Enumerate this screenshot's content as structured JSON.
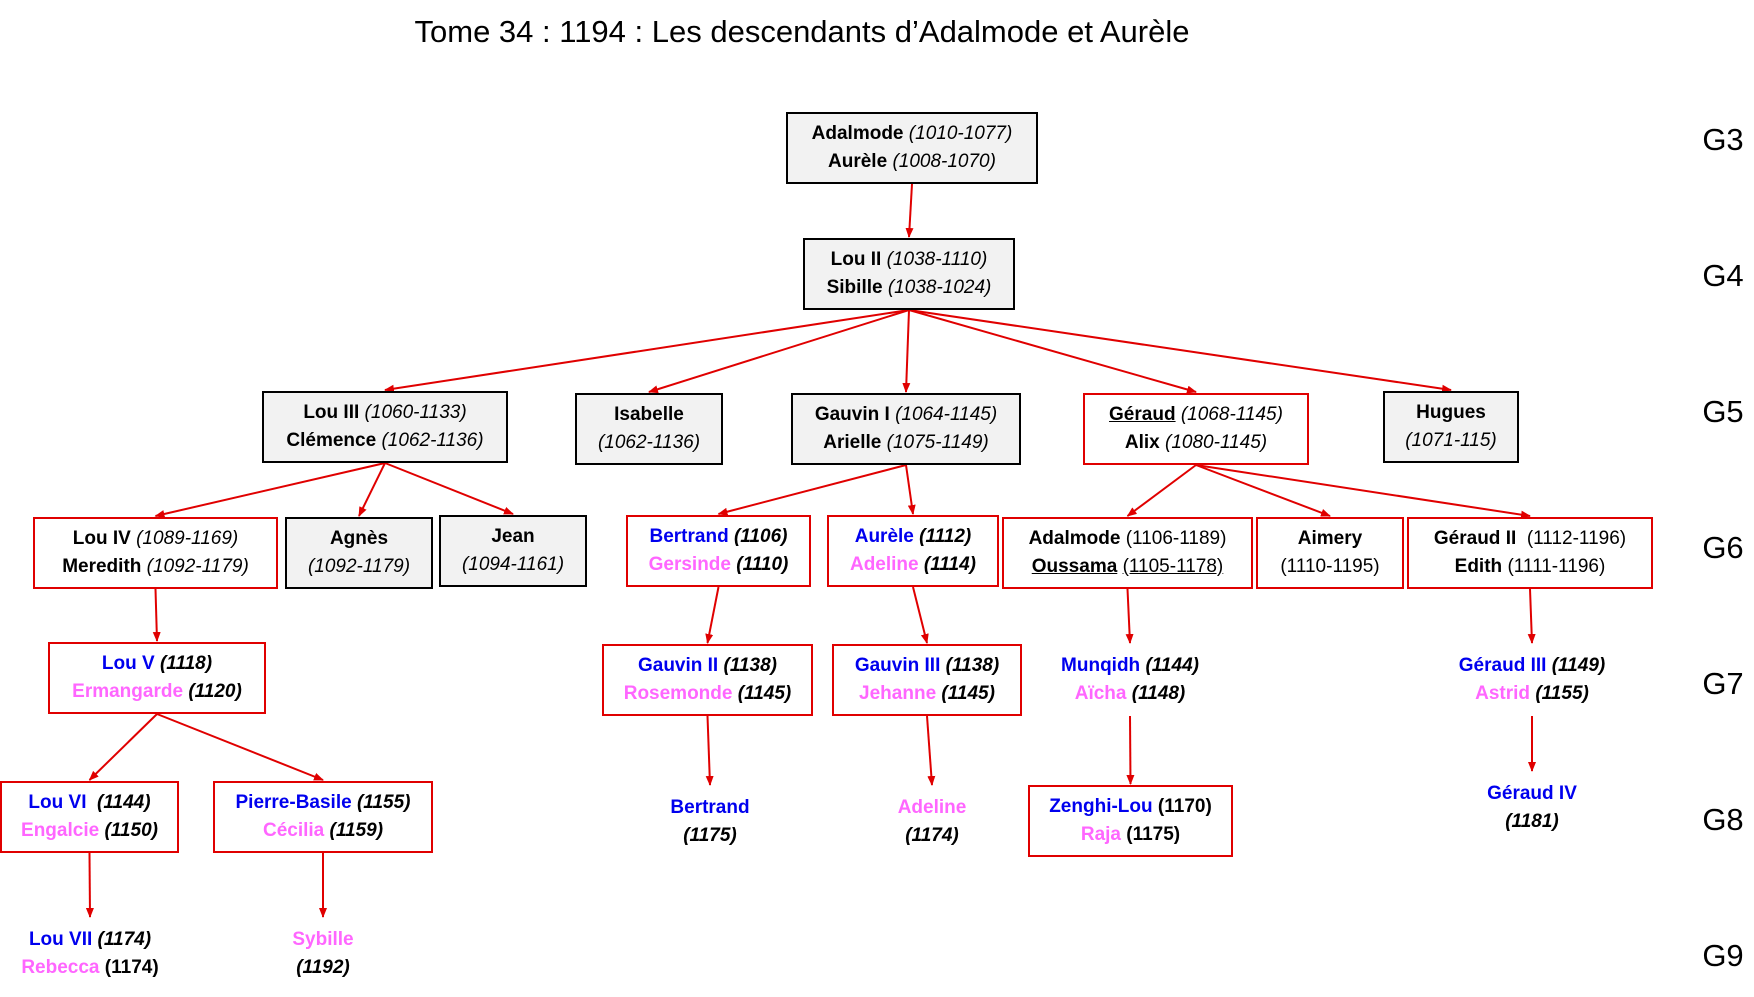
{
  "title": "Tome 34 : 1194 : Les descendants d’Adalmode et Aurèle",
  "generations": [
    "G3",
    "G4",
    "G5",
    "G6",
    "G7",
    "G8",
    "G9"
  ],
  "nodes": {
    "adalmode_aurele": {
      "l1_name": "Adalmode",
      "l1_dates": "(1010-1077)",
      "l2_name": "Aurèle",
      "l2_dates": "(1008-1070)"
    },
    "lou2_sibille": {
      "l1_name": "Lou II",
      "l1_dates": "(1038-1110)",
      "l2_name": "Sibille",
      "l2_dates": "(1038-1024)"
    },
    "lou3_clemence": {
      "l1_name": "Lou III",
      "l1_dates": "(1060-1133)",
      "l2_name": "Clémence",
      "l2_dates": "(1062-1136)"
    },
    "isabelle": {
      "l1_name": "Isabelle",
      "l2_dates": "(1062-1136)"
    },
    "gauvin1_arielle": {
      "l1_name": "Gauvin I",
      "l1_dates": "(1064-1145)",
      "l2_name": "Arielle",
      "l2_dates": "(1075-1149)"
    },
    "geraud_alix": {
      "l1_name": "Géraud",
      "l1_dates": "(1068-1145)",
      "l2_name": "Alix",
      "l2_dates": "(1080-1145)"
    },
    "hugues": {
      "l1_name": "Hugues",
      "l2_dates": "(1071-115)"
    },
    "lou4_meredith": {
      "l1_name": "Lou IV",
      "l1_dates": "(1089-1169)",
      "l2_name": "Meredith",
      "l2_dates": "(1092-1179)"
    },
    "agnes": {
      "l1_name": "Agnès",
      "l2_dates": "(1092-1179)"
    },
    "jean": {
      "l1_name": "Jean",
      "l2_dates": "(1094-1161)"
    },
    "bertrand_gersinde": {
      "l1_name": "Bertrand",
      "l1_dates": "(1106)",
      "l2_name": "Gersinde",
      "l2_dates": "(1110)"
    },
    "aurele_adeline": {
      "l1_name": "Aurèle",
      "l1_dates": "(1112)",
      "l2_name": "Adeline",
      "l2_dates": "(1114)"
    },
    "adalmode_oussama": {
      "l1_name": "Adalmode",
      "l1_dates": "(1106-1189)",
      "l2_name": "Oussama",
      "l2_dates": "(1105-1178)"
    },
    "aimery": {
      "l1_name": "Aimery",
      "l2_dates": "(1110-1195)"
    },
    "geraud2_edith": {
      "l1_name": "Géraud II",
      "l1_dates": "(1112-1196)",
      "l2_name": "Edith",
      "l2_dates": "(1111-1196)"
    },
    "lou5_ermangarde": {
      "l1_name": "Lou V",
      "l1_dates": "(1118)",
      "l2_name": "Ermangarde",
      "l2_dates": "(1120)"
    },
    "gauvin2_rosemonde": {
      "l1_name": "Gauvin II",
      "l1_dates": "(1138)",
      "l2_name": "Rosemonde",
      "l2_dates": "(1145)"
    },
    "gauvin3_jehanne": {
      "l1_name": "Gauvin III",
      "l1_dates": "(1138)",
      "l2_name": "Jehanne",
      "l2_dates": "(1145)"
    },
    "munqidh_aicha": {
      "l1_name": "Munqidh",
      "l1_dates": "(1144)",
      "l2_name": "Aïcha",
      "l2_dates": "(1148)"
    },
    "geraud3_astrid": {
      "l1_name": "Géraud III",
      "l1_dates": "(1149)",
      "l2_name": "Astrid",
      "l2_dates": "(1155)"
    },
    "lou6_engalcie": {
      "l1_name": "Lou VI",
      "l1_dates": "(1144)",
      "l2_name": "Engalcie",
      "l2_dates": "(1150)"
    },
    "pierrebasile_cecilia": {
      "l1_name": "Pierre-Basile",
      "l1_dates": "(1155)",
      "l2_name": "Cécilia",
      "l2_dates": "(1159)"
    },
    "bertrand_g8": {
      "l1_name": "Bertrand",
      "l2_dates": "(1175)"
    },
    "adeline_g8": {
      "l1_name": "Adeline",
      "l2_dates": "(1174)"
    },
    "zenghilou_raja": {
      "l1_name": "Zenghi-Lou",
      "l1_dates": "(1170)",
      "l2_name": "Raja",
      "l2_dates": "(1175)"
    },
    "geraud4": {
      "l1_name": "Géraud IV",
      "l2_dates": "(1181)"
    },
    "lou7_rebecca": {
      "l1_name": "Lou VII",
      "l1_dates": "(1174)",
      "l2_name": "Rebecca",
      "l2_dates": "(1174)"
    },
    "sybille": {
      "l1_name": "Sybille",
      "l2_dates": "(1192)"
    }
  },
  "edges": [
    [
      "adalmode_aurele",
      "lou2_sibille"
    ],
    [
      "lou2_sibille",
      "lou3_clemence"
    ],
    [
      "lou2_sibille",
      "isabelle"
    ],
    [
      "lou2_sibille",
      "gauvin1_arielle"
    ],
    [
      "lou2_sibille",
      "geraud_alix"
    ],
    [
      "lou2_sibille",
      "hugues"
    ],
    [
      "lou3_clemence",
      "lou4_meredith"
    ],
    [
      "lou3_clemence",
      "agnes"
    ],
    [
      "lou3_clemence",
      "jean"
    ],
    [
      "gauvin1_arielle",
      "bertrand_gersinde"
    ],
    [
      "gauvin1_arielle",
      "aurele_adeline"
    ],
    [
      "geraud_alix",
      "adalmode_oussama"
    ],
    [
      "geraud_alix",
      "aimery"
    ],
    [
      "geraud_alix",
      "geraud2_edith"
    ],
    [
      "lou4_meredith",
      "lou5_ermangarde"
    ],
    [
      "bertrand_gersinde",
      "gauvin2_rosemonde"
    ],
    [
      "aurele_adeline",
      "gauvin3_jehanne"
    ],
    [
      "adalmode_oussama",
      "munqidh_aicha"
    ],
    [
      "geraud2_edith",
      "geraud3_astrid"
    ],
    [
      "lou5_ermangarde",
      "lou6_engalcie"
    ],
    [
      "lou5_ermangarde",
      "pierrebasile_cecilia"
    ],
    [
      "gauvin2_rosemonde",
      "bertrand_g8"
    ],
    [
      "gauvin3_jehanne",
      "adeline_g8"
    ],
    [
      "munqidh_aicha",
      "zenghilou_raja"
    ],
    [
      "geraud3_astrid",
      "geraud4"
    ],
    [
      "lou6_engalcie",
      "lou7_rebecca"
    ],
    [
      "pierrebasile_cecilia",
      "sybille"
    ]
  ],
  "colors": {
    "edge": "#e00000",
    "male": "#0000ee",
    "female": "#ff66ff",
    "box_fill": "#f2f2f2",
    "box_red_border": "#e00000"
  }
}
